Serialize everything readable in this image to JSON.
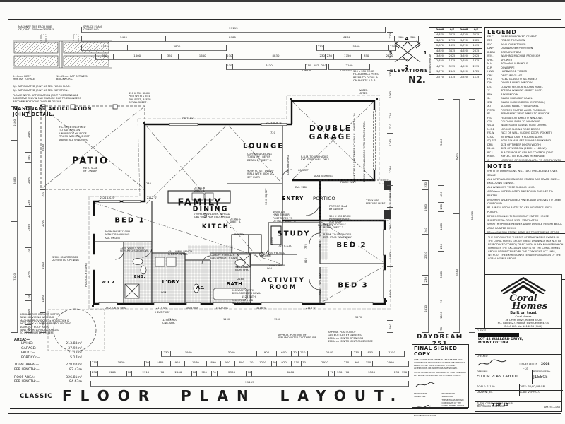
{
  "header": {
    "elevations_label": "ELEVATIONS",
    "north_label": "N2.",
    "elevation_numbers": [
      "4",
      "3",
      "1",
      "2"
    ]
  },
  "schedule": {
    "side_label": "DOOR SCHEDULE",
    "headers": [
      "DOOR",
      "O/S",
      "DOOR",
      "O/S"
    ],
    "rows": [
      [
        "4/870",
        "3675",
        "4/720",
        "3075"
      ],
      [
        "3/870",
        "2775",
        "3/720",
        "2325"
      ],
      [
        "2/870",
        "1875",
        "2/720",
        "1575"
      ],
      [
        "4/820",
        "3475",
        "4/620",
        "2675"
      ],
      [
        "3/820",
        "2625",
        "3/620",
        "2025"
      ],
      [
        "2/820",
        "1775",
        "2/620",
        "1375"
      ],
      [
        "4/770",
        "3275",
        "4/520",
        "2275"
      ],
      [
        "3/770",
        "2445",
        "3/520",
        "1725"
      ],
      [
        "2/770",
        "1675",
        "2/520",
        "1175"
      ]
    ]
  },
  "legend": {
    "title": "LEGEND",
    "entries": [
      {
        "abbr": "F.R.C",
        "desc": "FIBRE REINFORCED CEMENT"
      },
      {
        "abbr": "REF",
        "desc": "FRIDGE PROVISION"
      },
      {
        "abbr": "W.O",
        "desc": "WALL OVEN TOWER"
      },
      {
        "abbr": "DWP",
        "desc": "DISHWASHER PROVISION"
      },
      {
        "abbr": "B.BAR",
        "desc": "BREAKFAST BAR"
      },
      {
        "abbr": "W.M.",
        "desc": "WASHING MACHINE PROVISION"
      },
      {
        "abbr": "SHR.",
        "desc": "SHOWER"
      },
      {
        "abbr": "M.H.",
        "desc": "600 x 600 MAN HOLE"
      },
      {
        "abbr": "D.P.",
        "desc": "DOWNPIPE"
      },
      {
        "abbr": "HWD",
        "desc": "HARDWOOD TIMBER"
      },
      {
        "abbr": "OBS",
        "desc": "OBSCURE GLASS"
      },
      {
        "abbr": "F/G",
        "desc": "FIXED GLASS TO ALL PANELS"
      },
      {
        "abbr": "D/H",
        "desc": "DOUBLE HUNG WINDOW"
      },
      {
        "abbr": "L/S",
        "desc": "LOUVRE SECTION SLIDING PANEL"
      },
      {
        "abbr": "'S'",
        "desc": "SPECIAL WINDOW (SHEET ROOF)"
      },
      {
        "abbr": "BAY",
        "desc": "BAY WINDOW"
      },
      {
        "abbr": "SL",
        "desc": "GLASS SIDELIGHT PANEL"
      },
      {
        "abbr": "S/D",
        "desc": "GLASS SLIDING DOOR (EXTERNAL)"
      },
      {
        "abbr": "XO",
        "desc": "SLIDING PANEL / FIXED PANEL"
      },
      {
        "abbr": "P/CTD",
        "desc": "POWDER COATED ALUM. FLASHING"
      },
      {
        "abbr": "PF",
        "desc": "PERMANENT VENT PANEL TO WINDOW"
      },
      {
        "abbr": "FED",
        "desc": "FEDERATION BARS TO WINDOWS"
      },
      {
        "abbr": "COL",
        "desc": "COLONIAL BARS TO WINDOWS"
      },
      {
        "abbr": "V.S.D",
        "desc": "WAVE FACED SLIDING ROBE DOORS"
      },
      {
        "abbr": "M.S.D",
        "desc": "MIRROR SLIDING ROBE DOORS"
      },
      {
        "abbr": "F.S.W",
        "desc": "FACE OF WALL SLIDING DOOR (POCKET)"
      },
      {
        "abbr": "C.S.D",
        "desc": "INTERNAL CAVITY SLIDING DOOR"
      },
      {
        "abbr": "SQ SET",
        "desc": "2000 SQUARE SET P'BOARD BULKHEAD"
      },
      {
        "abbr": "DRR",
        "desc": "SIZE OF TIMBER DOOR (WIDTH)"
      },
      {
        "abbr": "21-18",
        "desc": "SIZE OF WINDOW (2100H x 1800W)"
      },
      {
        "abbr": "P.C.J.",
        "desc": "PLASTERBOARD CEILING CONTROL JOINT"
      },
      {
        "abbr": "R.B.M.",
        "desc": "REFLECTIVE BUILDING MEMBRANE"
      },
      {
        "abbr": "⊙",
        "desc": "LOCATION OF SMOKE ALARM. TO COMPLY WITH B.C.A CLASS 1 & TO PART 3.7-2 & WITH AS 3786."
      }
    ]
  },
  "notes": {
    "title": "NOTES",
    "lines": [
      "WRITTEN DIMENSIONS WILL TAKE PRECEDENCE OVER SCALE.",
      "ALL INTERNAL DIMENSIONS STATED ARE FRAME SIZE — EXCLUDING LININGS.",
      "ALL WINDOWS TO BE SLIDING LUXO.",
      "A/500mm WIDE PAINTED PINEBOARD SHELVES TO PANTRY.",
      "A/500mm WIDE PAINTED PINEBOARD SHELVES TO LINEN CUPBOARD.",
      "R1.5 INSULATION BATTS TO CEILING SPACE (EXCL. PORCH).",
      "2700H CEILINGS THROUGHOUT ENTIRE HOUSE",
      "SHEET METAL ROOF WITH VENTILATOR",
      "SMOOTH SPONGE RENDER DADO DOUBLE HEIGHT BRICK AREA PAINTED FINISH",
      "20mm CAESAR STONE BENCHES TO KITCHEN & STONE HEAT PUMP H.W.S.",
      "GAS CONNECTION TO UPRIGHT STOVE ONLY"
    ],
    "copyright": "THE COPYRIGHT IN THIS SET OF DRAWINGS IS OWNED BY THE CORAL HOMES GROUP. THESE DRAWINGS MAY NOT BE REPRODUCED COPIED / DEALT WITH IN ANY MANNER WHICH INFRINGES THE EXCLUSIVE RIGHTS OF THE CORAL HOMES GROUP AS PRESCRIBED BY THE COPYRIGHT ACT 1968, WITHOUT THE EXPRESS WRITTEN AUTHORISATION OF THE CORAL HOMES GROUP."
  },
  "brand": {
    "name1": "Coral",
    "name2": "Homes",
    "tagline": "Built on trust",
    "address_lines": [
      "Coral Homes",
      "36 Lever Drive, Robina 4226",
      "P.O. Box 4627, Robina Town Centre 4230",
      "B.S.A LIC. No. 1014053 (QLD)",
      "B.S.C LIC. No. 62984C (NSW)"
    ]
  },
  "title_block": {
    "clients_label": "CLIENTS",
    "client_line1": "LOT 42 WALLARD DRIVE,",
    "client_line2": "MOUNT COTTON",
    "checked_label": "CHECKED",
    "tender_label": "TENDER LETTER",
    "tender_value": "2008",
    "drawing_label": "DRAWING",
    "drawing_value": "FLOOR PLAN LAYOUT",
    "reference_label": "REFERENCE No.",
    "reference_value": "J15505",
    "scale_text": "SCALE:  1:100",
    "date_text": "DATE:  30/02/08 GP",
    "drawn_text": "DRAWN:  JEL",
    "slab_text": "SLAB:  VERY G.C",
    "sheet_label": "SHEET",
    "sheet_value": "1 OF 10",
    "rights": "©  THE CORAL HOMES GROUP\nALL RIGHTS RESERVED.",
    "code": "DAY251-CLA6"
  },
  "signed_box": {
    "model": "DAYDREAM 251",
    "title": "FINAL SIGNED COPY",
    "para1": "I/WE ACCEPT THAT THESE PLANS ARE THE FINAL WORKING DRAWINGS THAT SUPERSEDE PREVIOUS PLANS & I/WE HAVE CHECKED THAT ANY ALTERATIONS OR ADDITIONS ARE SHOWN.",
    "para2": "THESE PLANS ALSO FORM PART OF OUR CONTRACT BETWEEN THE PROPRIETOR & CORAL HOMES.",
    "sig1": "PROPRIETOR SIGNATURE",
    "sig2": "PROPRIETOR SIGNATURE",
    "sig3": "BUILDERS SIGNATURE",
    "keep_note": "THESE PLANS REMAIN COPYRIGHT OF THE CORAL HOMES GROUP"
  },
  "detail": {
    "title": "MASONARY ARTICULATION\nJOINT DETAIL.",
    "c1": "MASONRY TIES EACH SIDE\nOF JOINT - 300mm CENTRES",
    "c2": "SPRUCE FOAM\nCOMPOUND",
    "c3": "5-10mm DEEP\nMORTAR TO FACE",
    "c4": "10-15mm GAP BETWEEN\nBRICKWORK.",
    "aj1": "AJ - ARTICULATED JOINT AS PER FLOOR PLAN.",
    "aj2": "AJ - ARTICULATED JOINT AS PER ELEVATION.",
    "note": "PLEASE NOTE: ARTICULATION JOINT POSITIONS ARE\nINDICATIVE ONLY & MAY CHANGE DUE TO ENGINEERS\nRECOMMENDATIONS ON SLAB DESIGN."
  },
  "areas": {
    "heading": "AREA:—",
    "rows": [
      [
        "LIVING:—",
        "213.83m²"
      ],
      [
        "GARAGE:—",
        "37.92m²"
      ],
      [
        "PATIO:—",
        "21.15m²"
      ],
      [
        "PORTICO:—",
        "5.17m²"
      ]
    ],
    "totals": [
      [
        "TOTAL AREA:—",
        "278.07m²"
      ],
      [
        "PER LENGTH:—",
        "82.47m"
      ]
    ],
    "roof": [
      [
        "ROOF AREA:—",
        "326.81m²"
      ],
      [
        "PER LENGTH:—",
        "84.67m"
      ]
    ]
  },
  "footer": {
    "series": "CLASSIC",
    "title": "FLOOR PLAN LAYOUT."
  },
  "plan": {
    "rooms": {
      "patio": "PATIO",
      "patio_sub": "PATIO SLAB\nBY OWNER",
      "family": "FAMILY",
      "lounge": "LOUNGE",
      "garage": "DOUBLE\nGARAGE",
      "entry": "ENTRY",
      "portico": "PORTICO",
      "bed1": "BED 1",
      "dining": "DINING",
      "dining_sub": "720Hx300W LAMIN. O'HEAD\nOBS WITH PAINT BULKHEAD",
      "kitchen": "KITCH.",
      "wir": "W.I.R",
      "ens": "ENS.",
      "ldry": "L'DRY",
      "wc": "W.C.",
      "bath": "BATH",
      "study": "STUDY",
      "bed2": "BED 2",
      "bed3": "BED 3",
      "activity": "ACTIVITY\nROOM"
    },
    "windows": {
      "w_top": "2124 XOX 'S'",
      "w_p1": "2121 L.S.'S'",
      "w_p2": "2112 'S'",
      "w_b1": "DH-2106 'S' OBS",
      "w_b2": "2115 S/D",
      "w_b3": "0806 OBS",
      "w_b4": "1512 OBS",
      "w_b5": "3118 'S'",
      "w_b6": "2118 'S'"
    },
    "callouts": {
      "shs_post": "350 X 350 BRICK\nPIER WITH STEEL\nSHS POST, REFER\nDETAIL SHEET .",
      "core_piers": "350 x 350 CORE\nFILLED BRICK PIERS\nREFER TO DETAIL A\nON SHEETS 5 & 6.",
      "dp_tank": "DP(TANK)",
      "water_meter": "WATER\nMETER",
      "lounge_ceiling": "COFFERED CEILING\nTO ENTRY - REFER\nDETAIL D, SHEET 6.",
      "lounge_dwarf": "900H SQ SET DWARF\nWALL WITH 3000 SQ\nSET OVER",
      "garage_rbm": "R.B.M. TO UNSHADED\nEXT. STUD WALL ONLY",
      "step": "60 STEP",
      "slab_bearing": "SLAB BEARING",
      "load_bearing": "LOAD BEARING",
      "garage_door": "4800W SECTIONAL DOOR WITH AUTO CONTROL",
      "beam_type": "BEAM TYPE AS PER TIMBER SCHEDULE - SHEET No. 10.",
      "flush_eave1": "FLUSH EAVE",
      "flush_eave2": "FLUSH EAVE",
      "portico_slab": "PORTICO SLAB\nBY OWNER",
      "brick_pier2": "350 X 350 BRICK\nPIER WITH STEEL\nSHS POST.",
      "feature_piers": "230 X 470\nFEATURE PIERS",
      "fc_sheeting": "F.C. SHEETING FIXED\nTO BATTENS ON\nUNDERSIDE OF ROOF\nTRUSS WITH F.C. SHEET\nABOVE ALL WINDOWS",
      "bed1_shelf": "600W SHELF 1200H\nWITH C.P. HANGING\nRAIL UNDER",
      "vanity1200": "1200 VANITY WITH\nSEMI-RECESSED BOWL",
      "smartrobes": "3/600 SMARTROBES\n2025 STUD OPENING",
      "hosecock": "HOSECOCK (TANK)",
      "tank": "5000L ABOVE GROUND WATER\nTANK SERVICING WASHING\nMACHINE PROVISION, 1x HOSECOCK &\nWC'S ONLY. x3 DOWNPIPES COLLECTING\n100m2 OF ROOF AREA.\nTANK OVERFLOW DISCHARGED\nTO STORMWATER SYSTEM.",
      "heat_pump": "HEAT PUMP",
      "cnr_shr": "1250 X 900\nCNR. SHR.",
      "laundry_bench": "45L LAMIN. BENCH\n& DROP-IN TUB",
      "detail_b": "DETAIL B\nSHEET 6.",
      "detail_c": "DETAIL C\nSHEET 6.",
      "pantry": "PANTRY",
      "ref": "REF",
      "linen": "LINEN",
      "sqset": "3000 SQ SET",
      "ext1286": "Ext. 1286",
      "hwd_post": "100 x 100\nHWD TIMBER\nPOST REFER TO\nDETAIL E SHEET 6.",
      "csd": "720 C.S.D.",
      "portico_details": "PORTICO DETAILS-\nREFER SHEET 7.",
      "bed2_rbm": "R.B.M. TO UNSHADED\nEXT. STUD WALL ONLY",
      "robe_bed2": "ROBE · VERT. S/D",
      "robe_bed3": "ROBE · VERT. S/D",
      "pboard": "740 X 210 P'BOARD\nCOLUMN",
      "dwarf_wall": "1200H DWARF\nWALL",
      "canopy": "CANOPY R'HOOD &\nGAS UPRIGHT STOVE",
      "shr900": "900 x 900\nNOM. SHR.",
      "d2180": "2180",
      "vanity900": "900 VANITY WITH\nSEMI-RECESSED BOWL",
      "tiled_hob": "700H TILED HOB\nWITH TAPWARE",
      "bath1525": "1525 BATH",
      "wm": "W.M",
      "clothesline": "APPROX. POSITION OF\nWALLMOUNTED CLOTHESLINE.",
      "gas": "APPROX. POSITION OF\nGAS BOTTLES BY OWNERS\n1000mm MIN TO OPENINGS\n3500mm MIN TO IGNITION SOURCE",
      "dwarf_cap": "DWARF",
      "portico_cap": "PORTICO",
      "d950": "950",
      "d1190": "1190",
      "d1550": "1550",
      "d5270": "5270",
      "d240": "240",
      "d720": "720",
      "d770": "770",
      "d820": "820"
    }
  },
  "dims": {
    "t1": [
      21115
    ],
    "t2": [
      5455,
      8900,
      6260,
      500,
      360
    ],
    "t3a": [
      1555,
      3800
    ],
    "t3b": [
      230,
      5800,
      230
    ],
    "t4a": [
      350,
      1600,
      350,
      1600
    ],
    "t4b": [
      230,
      8830,
      230
    ],
    "t4c": [
      230,
      1750,
      350,
      2420
    ],
    "t5a": [
      230,
      7430,
      210,
      587,
      210
    ],
    "t5b": [
      2100
    ],
    "b1": [
      230,
      1940,
      3000,
      900,
      600,
      70,
      210,
      2540,
      230,
      850,
      1250
    ],
    "b2": [
      230,
      3900,
      70,
      1485,
      920,
      1570,
      890,
      900,
      890,
      70,
      1200,
      70,
      920,
      530,
      70,
      2930,
      230,
      900,
      350,
      2920
    ],
    "b3": [
      230,
      2200,
      70,
      2115,
      70,
      2000,
      70,
      920,
      70,
      2300,
      70,
      6600,
      70,
      530,
      70,
      3500,
      230,
      350
    ],
    "b4": [
      21115
    ],
    "l1": [
      2100,
      5680,
      7820
    ],
    "l2": [
      350,
      2490,
      350,
      2490,
      230,
      2850,
      70,
      2790,
      70,
      1500,
      230
    ],
    "l3": [
      5030,
      230,
      2700,
      2100,
      1400,
      907
    ],
    "r1": [
      210,
      2100,
      230,
      2360,
      210,
      710,
      1240,
      2280,
      1390,
      2650,
      1390,
      4000,
      560
    ],
    "r2": [
      230,
      1960,
      240,
      2330,
      230,
      2810
    ],
    "r3": [
      5800,
      850,
      230,
      1800,
      230,
      3000,
      70,
      1130,
      70
    ],
    "r4": [
      6250,
      6530
    ],
    "r5": [
      15650
    ]
  }
}
